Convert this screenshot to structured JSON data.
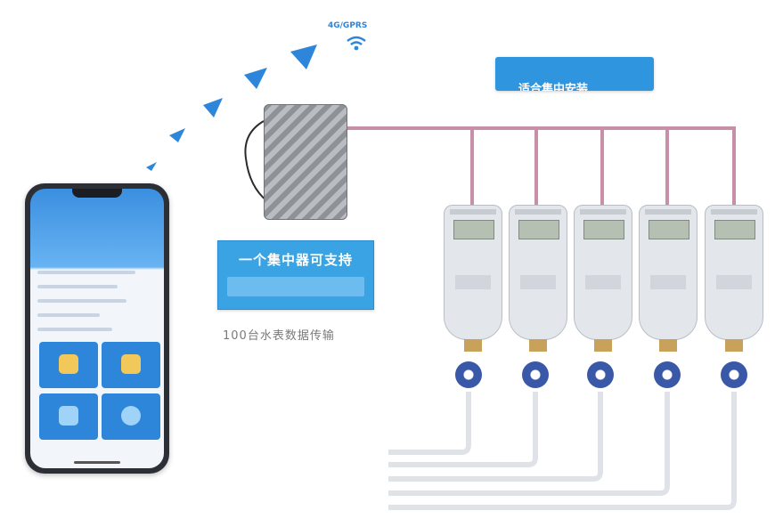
{
  "network_label": "4G/GPRS",
  "banner_main_text": "一个集中器可支持",
  "caption_text": "100台水表数据传输",
  "banner_top_text": "适合集中安装",
  "colors": {
    "accent_blue": "#39a3e3",
    "signal_blue": "#2d86d9",
    "pipe_pink": "#c78fa8",
    "pipe_white": "#dfe3e8"
  }
}
